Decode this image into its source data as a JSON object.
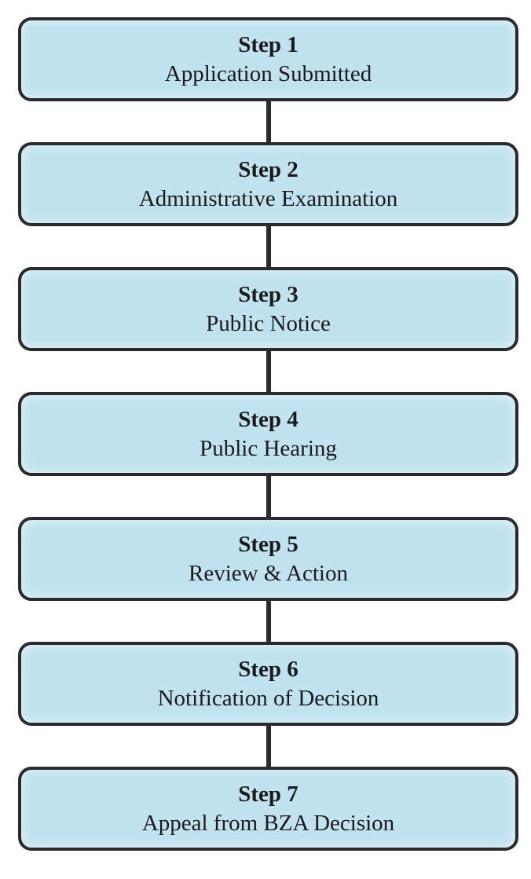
{
  "flowchart": {
    "steps": [
      {
        "step_label": "Step 1",
        "description": "Application Submitted"
      },
      {
        "step_label": "Step 2",
        "description": "Administrative Examination"
      },
      {
        "step_label": "Step 3",
        "description": "Public Notice"
      },
      {
        "step_label": "Step 4",
        "description": "Public Hearing"
      },
      {
        "step_label": "Step 5",
        "description": "Review & Action"
      },
      {
        "step_label": "Step 6",
        "description": "Notification of Decision"
      },
      {
        "step_label": "Step 7",
        "description": "Appeal from BZA Decision"
      }
    ],
    "colors": {
      "box_fill": "#c1e3f0",
      "box_border": "#2b2b2e",
      "connector": "#2b2b2e",
      "text": "#1a1a1c",
      "background": "#ffffff"
    }
  }
}
